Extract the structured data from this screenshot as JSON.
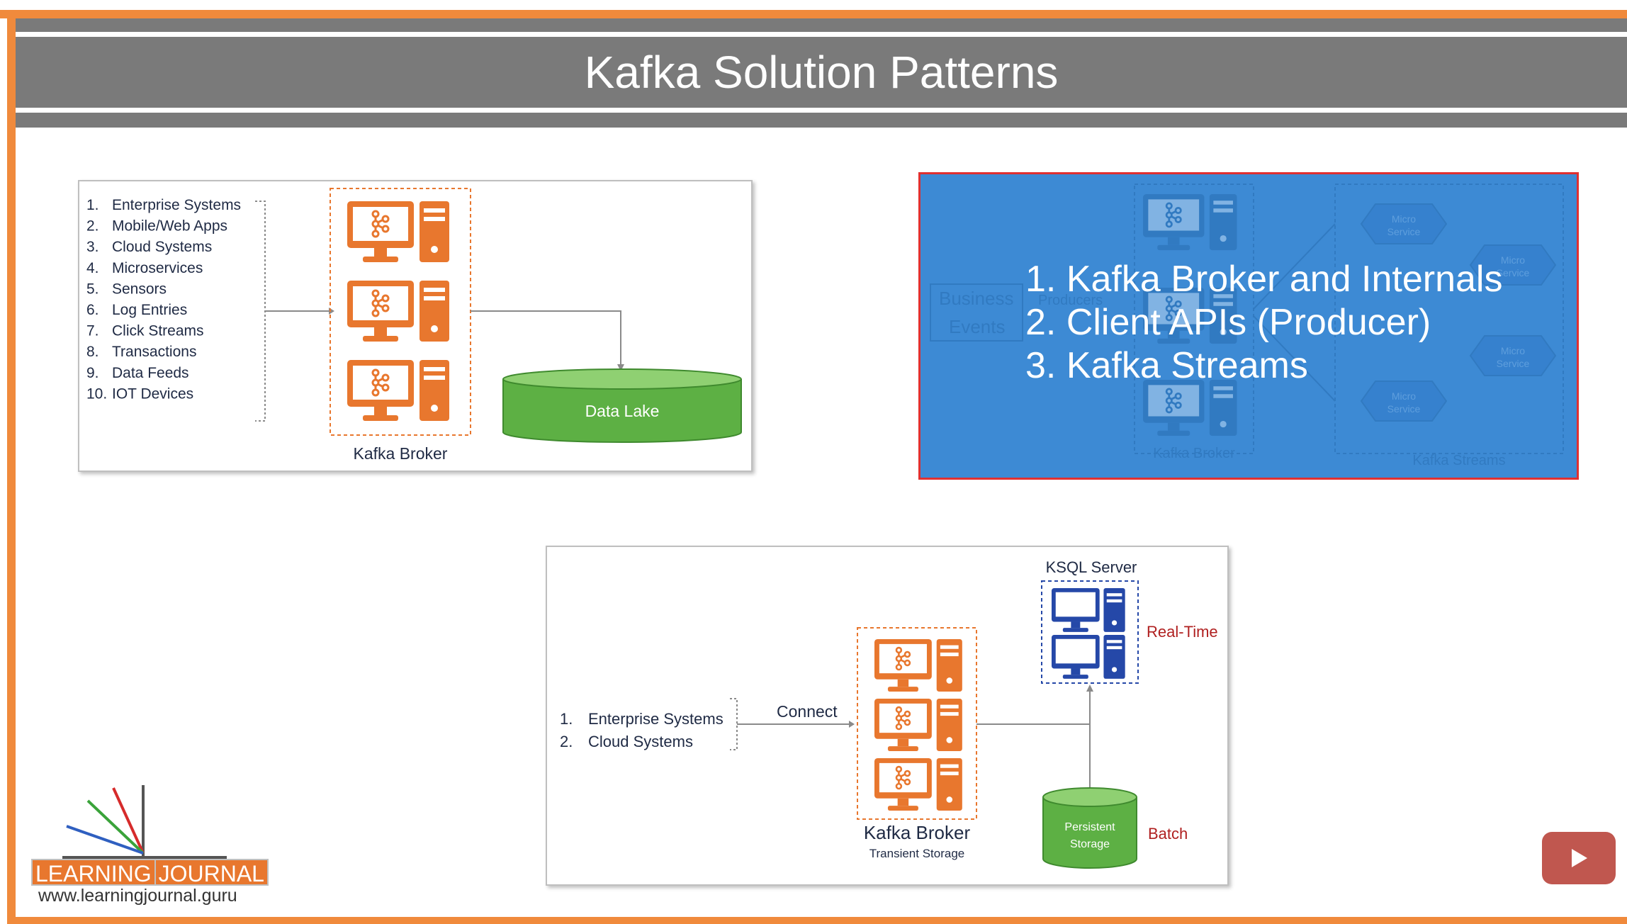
{
  "slide": {
    "title": "Kafka Solution Patterns"
  },
  "panel_top_left": {
    "sources": [
      "Enterprise Systems",
      "Mobile/Web Apps",
      "Cloud Systems",
      "Microservices",
      "Sensors",
      "Log Entries",
      "Click Streams",
      "Transactions",
      "Data Feeds",
      "IOT Devices"
    ],
    "source_numbers": [
      "1.",
      "2.",
      "3.",
      "4.",
      "5.",
      "6.",
      "7.",
      "8.",
      "9.",
      "10."
    ],
    "broker_label": "Kafka Broker",
    "sink_label": "Data Lake"
  },
  "panel_top_right": {
    "background_labels": {
      "business": "Business",
      "events": "Events",
      "producers": "Producers",
      "broker": "Kafka Broker",
      "streams": "Kafka Streams",
      "micro_service": [
        "Micro",
        "Service"
      ]
    },
    "overlay_items": [
      "1. Kafka Broker and Internals",
      "2. Client APIs (Producer)",
      "3. Kafka Streams"
    ]
  },
  "panel_bottom": {
    "sources": [
      "Enterprise Systems",
      "Cloud Systems"
    ],
    "source_numbers": [
      "1.",
      "2."
    ],
    "connect_label": "Connect",
    "broker_label": "Kafka Broker",
    "broker_sublabel": "Transient Storage",
    "ksql_label": "KSQL Server",
    "realtime_label": "Real-Time",
    "storage_label_lines": [
      "Persistent",
      "Storage"
    ],
    "batch_label": "Batch"
  },
  "branding": {
    "logo_word1": "LEARNING",
    "logo_word2": "JOURNAL",
    "url": "www.learningjournal.guru"
  },
  "colors": {
    "orange": "#e8772e",
    "navy": "#2548a8",
    "green": "#5db044",
    "blue_overlay": "#3d8ad4",
    "dark_red": "#b02020"
  },
  "icons": {
    "server": "server-icon",
    "play": "play-icon"
  }
}
